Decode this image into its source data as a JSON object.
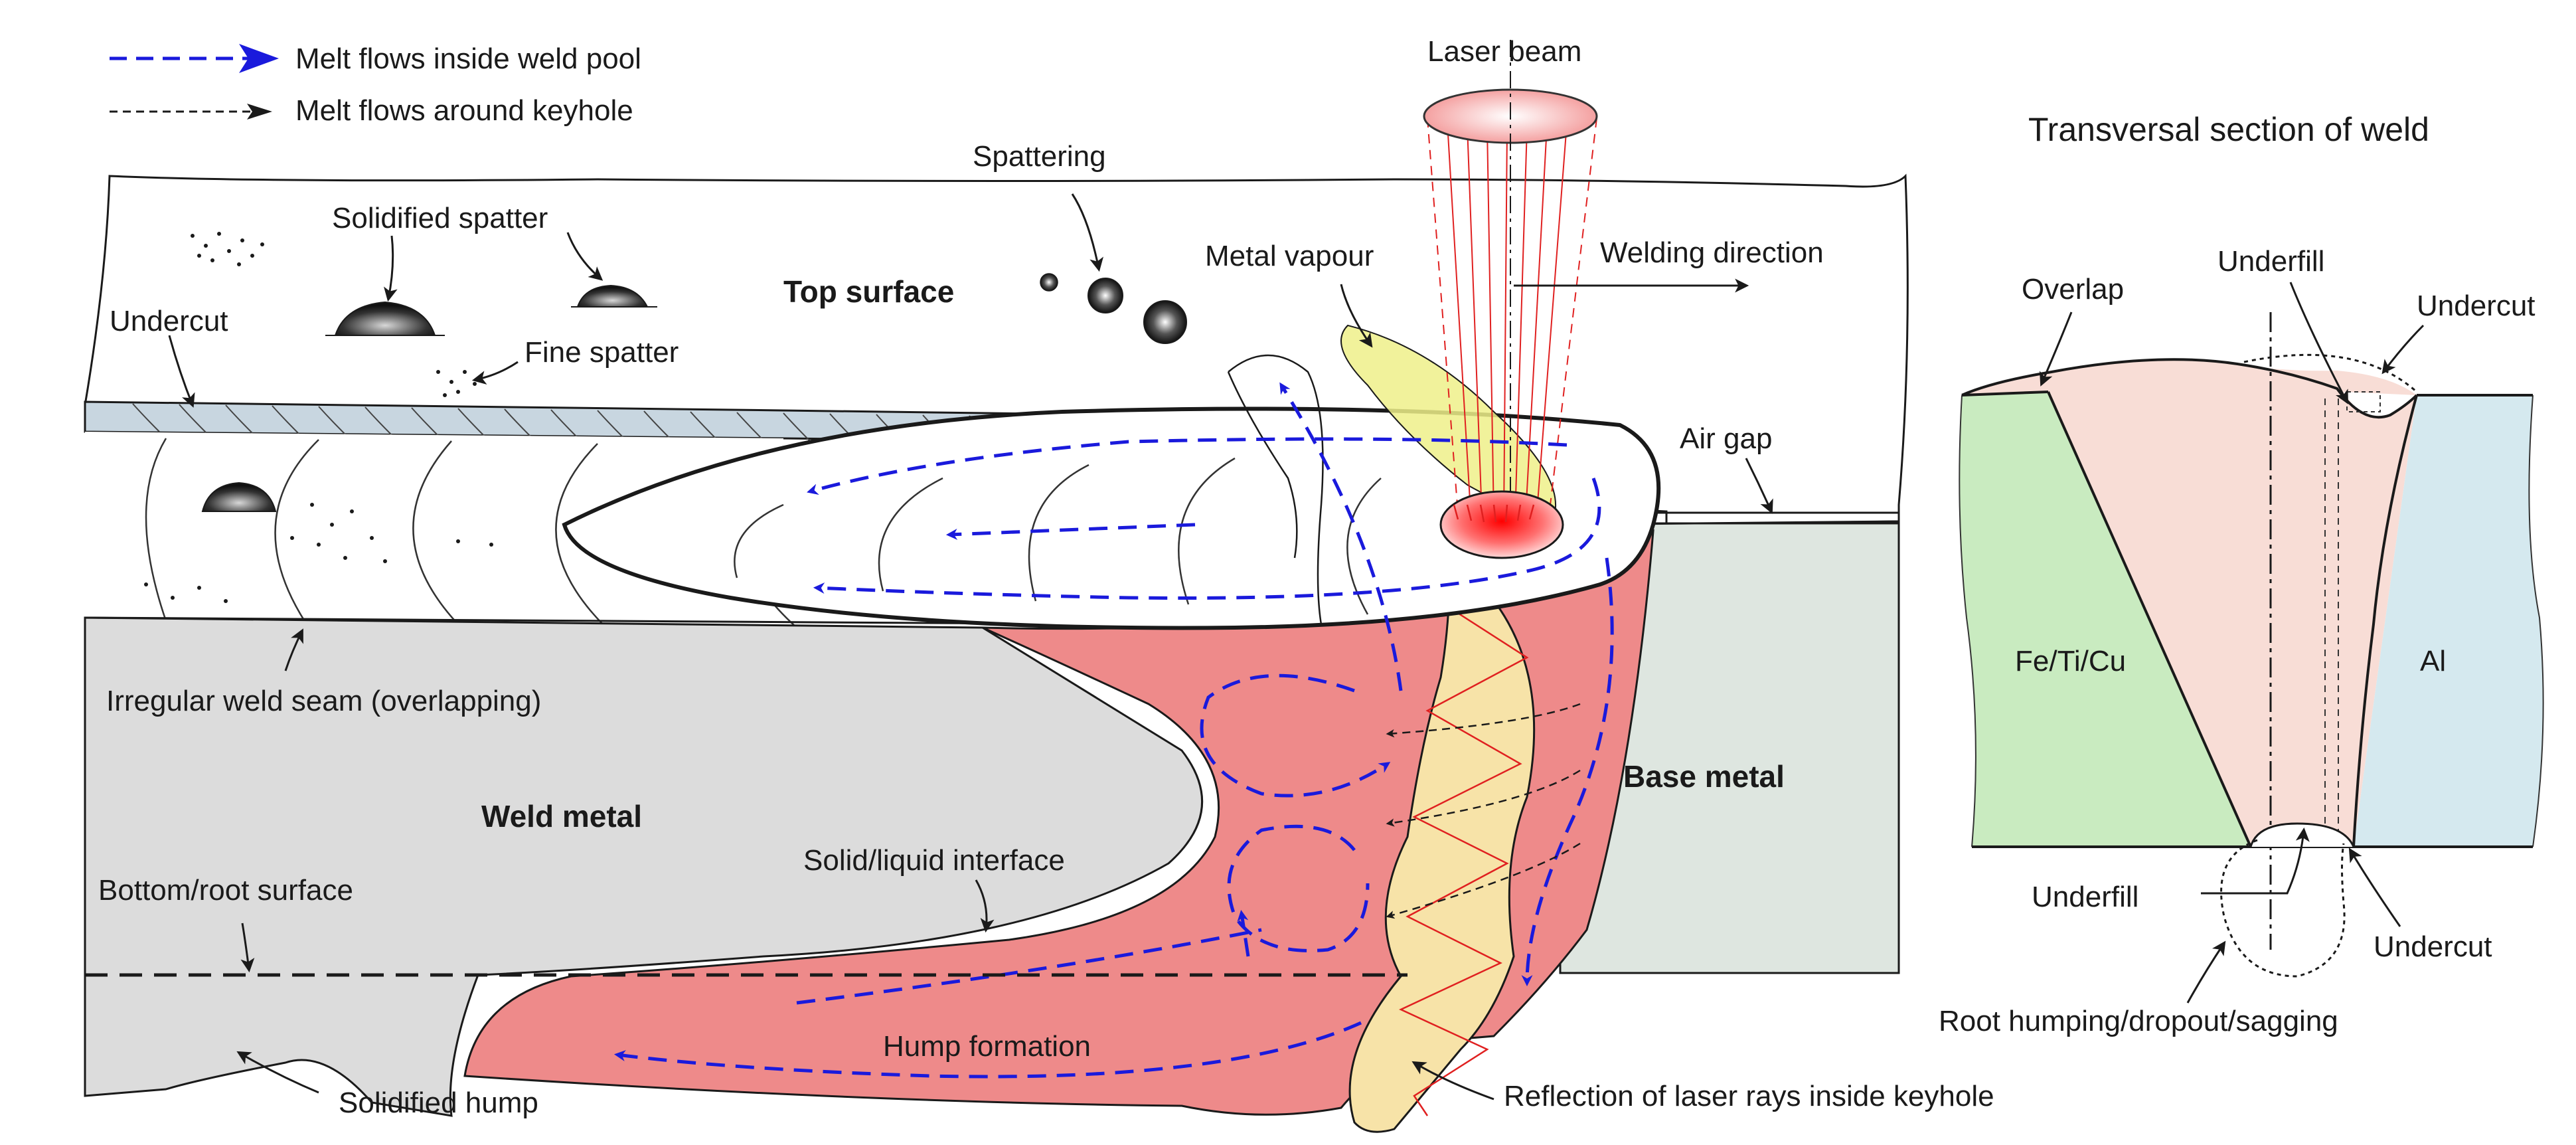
{
  "legend": {
    "melt_inside": "Melt flows inside weld pool",
    "melt_around": "Melt flows around keyhole"
  },
  "labels": {
    "laser_beam": "Laser beam",
    "spattering": "Spattering",
    "solidified_spatter": "Solidified spatter",
    "metal_vapour": "Metal vapour",
    "welding_direction": "Welding direction",
    "top_surface": "Top surface",
    "undercut": "Undercut",
    "fine_spatter": "Fine spatter",
    "air_gap": "Air gap",
    "irregular_seam": "Irregular weld seam (overlapping)",
    "weld_metal": "Weld metal",
    "base_metal": "Base metal",
    "solid_liquid": "Solid/liquid interface",
    "bottom_root": "Bottom/root surface",
    "hump_formation": "Hump formation",
    "solidified_hump": "Solidified hump",
    "reflection": "Reflection of laser rays inside keyhole"
  },
  "section": {
    "title": "Transversal section of weld",
    "overlap": "Overlap",
    "underfill_top": "Underfill",
    "undercut_top": "Undercut",
    "left_material": "Fe/Ti/Cu",
    "right_material": "Al",
    "underfill_bottom": "Underfill",
    "undercut_bottom": "Undercut",
    "root_humping": "Root humping/dropout/sagging"
  },
  "colors": {
    "melt_flow": "#1a1adc",
    "weld_pool": "#ee8a8a",
    "keyhole": "#f7e3a8",
    "vapour": "#eef08a",
    "weld_metal": "#dcdcdc",
    "base_metal": "#dee6e0",
    "undercut_band": "#c8d6e0",
    "fe_region": "#c9ebc0",
    "weld_zone": "#f8ddd6",
    "al_region": "#d5e9ef",
    "laser_ray": "#e02020"
  }
}
